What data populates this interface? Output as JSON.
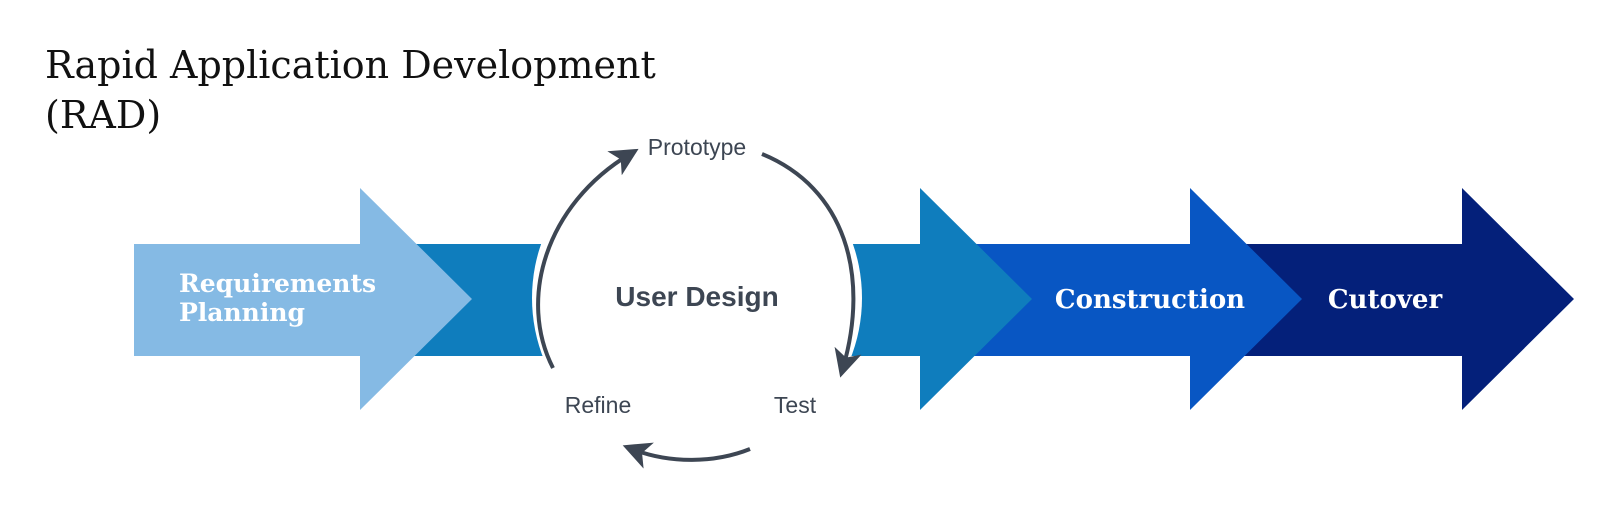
{
  "title": {
    "line1": "Rapid Application Development",
    "line2": "(RAD)"
  },
  "phases": {
    "requirements": {
      "line1": "Requirements",
      "line2": "Planning"
    },
    "user_design": "User Design",
    "construction": "Construction",
    "cutover": "Cutover"
  },
  "cycle": {
    "prototype": "Prototype",
    "test": "Test",
    "refine": "Refine"
  },
  "colors": {
    "requirements": "#85bae4",
    "user_design": "#0f7dbd",
    "construction": "#0856c3",
    "cutover": "#04207a",
    "cycle_arrow": "#3d4653",
    "dark_text": "#3d4653",
    "light_text": "#ffffff"
  }
}
